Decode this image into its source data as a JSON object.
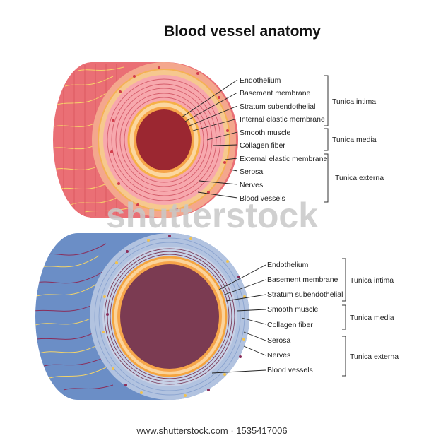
{
  "title": "Blood vessel anatomy",
  "artery": {
    "labels": [
      "Endothelium",
      "Basement membrane",
      "Stratum subendothelial",
      "Internal elastic membrane",
      "Smooth muscle",
      "Collagen fiber",
      "External elastic membrane",
      "Serosa",
      "Nerves",
      "Blood vessels"
    ],
    "groups": [
      "Tunica intima",
      "Tunica media",
      "Tunica externa"
    ]
  },
  "vein": {
    "labels": [
      "Endothelium",
      "Basement membrane",
      "Stratum subendothelial",
      "Smooth muscle",
      "Collagen fiber",
      "Serosa",
      "Nerves",
      "Blood vessels"
    ],
    "groups": [
      "Tunica intima",
      "Tunica media",
      "Tunica externa"
    ]
  },
  "watermark": "shutterstock",
  "footer": "www.shutterstock.com · 1535417006",
  "colors": {
    "artery_outer": "#ea6f75",
    "artery_wall": "#f7a8ad",
    "artery_lumen": "#9b2731",
    "vein_outer": "#6b8ec6",
    "vein_wall": "#b2c3e0",
    "vein_lumen": "#7b3b52",
    "elastic": "#f6b047"
  }
}
